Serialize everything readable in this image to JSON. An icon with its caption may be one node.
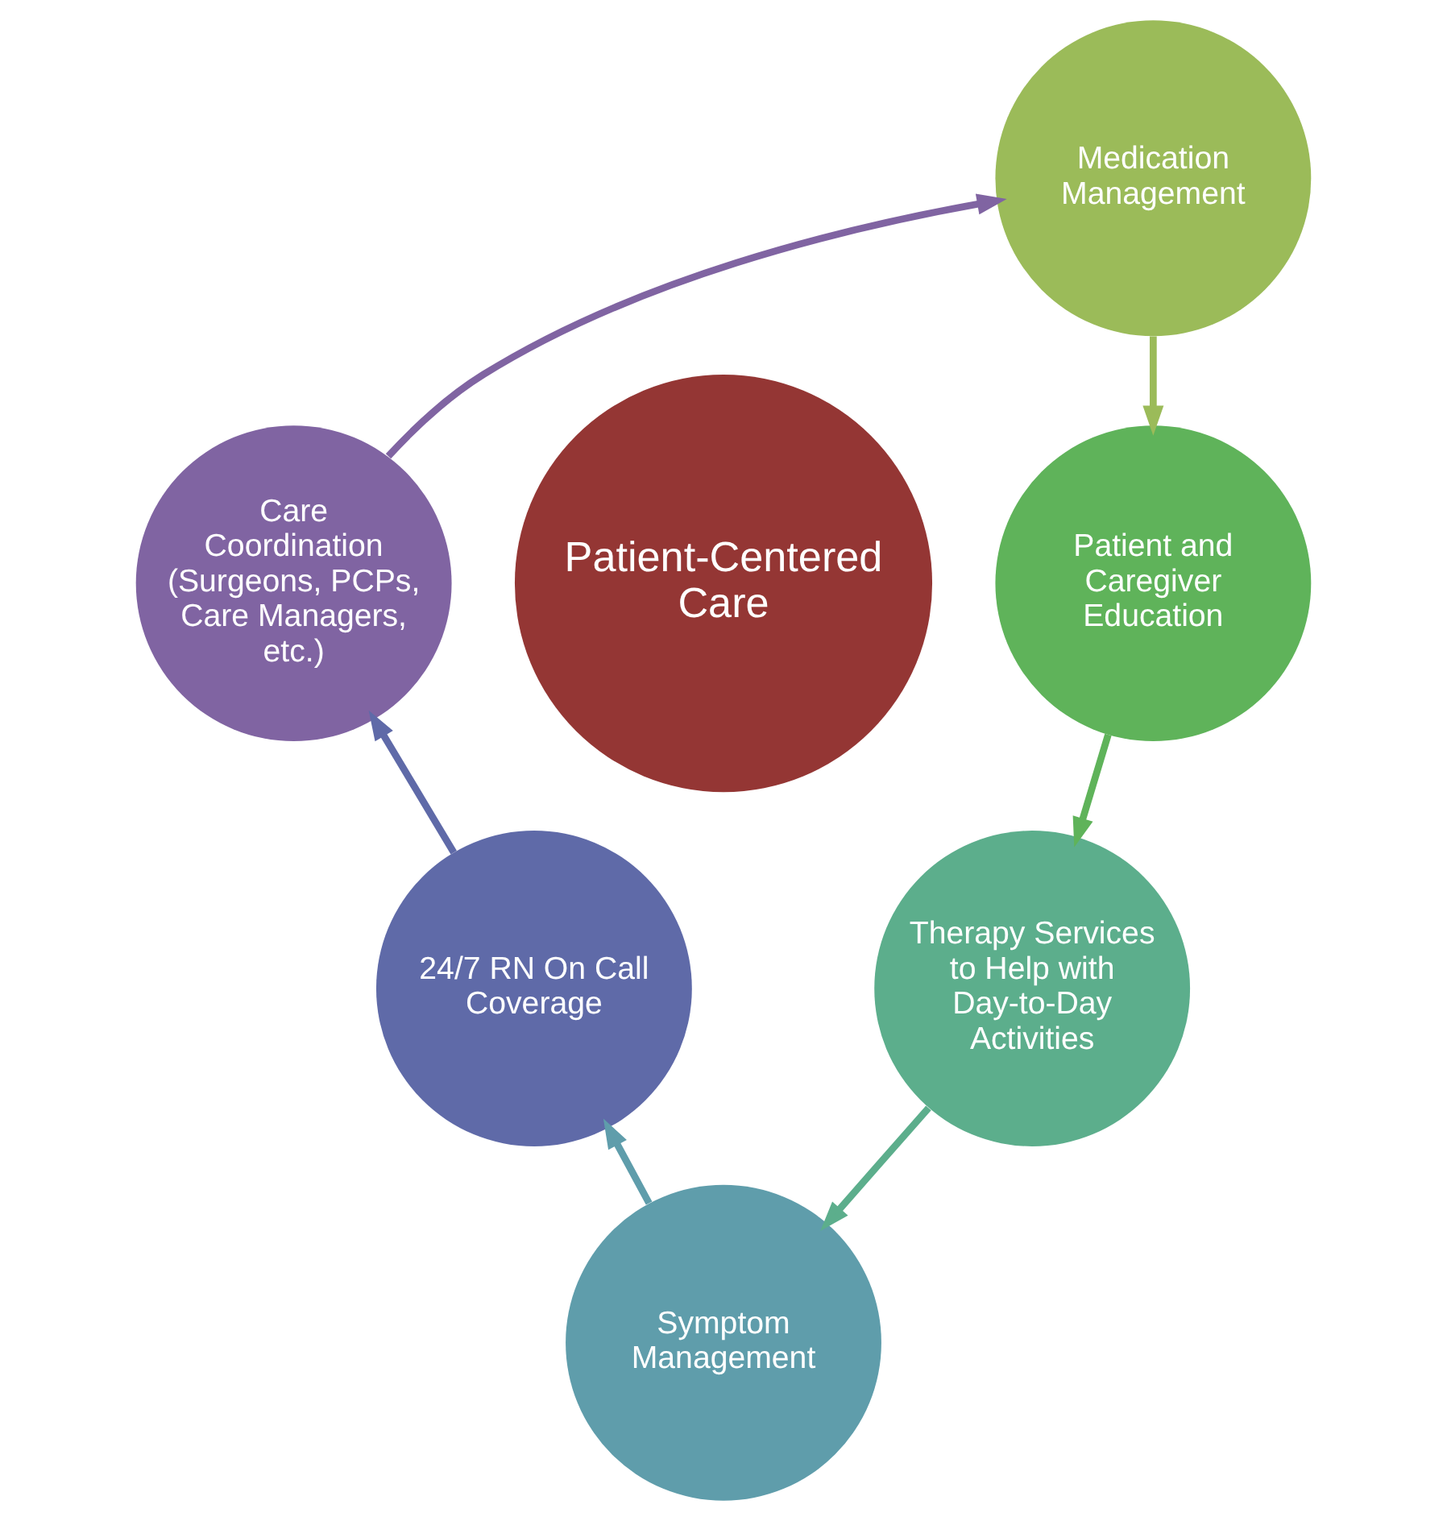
{
  "diagram": {
    "nodes": [
      {
        "text": [
          "Patient-Centered Care"
        ]
      },
      {
        "text": [
          "Medication Management"
        ]
      },
      {
        "text": [
          "Patient and Caregiver Education"
        ]
      },
      {
        "text": [
          "Therapy Services to Help with Day-to-Day Activities"
        ]
      },
      {
        "text": [
          "Symptom Management"
        ]
      },
      {
        "text": [
          "24/7 RN On Call Coverage"
        ]
      },
      {
        "text": [
          "Care Coordination (Surgeons, PCPs, Care Managers, etc.)"
        ]
      }
    ],
    "edges": [
      {
        "from": 1,
        "to": 2,
        "arrow": "to",
        "color": "#9bbb59"
      },
      {
        "from": 2,
        "to": 3,
        "arrow": "to",
        "color": "#5fb35a"
      },
      {
        "from": 3,
        "to": 4,
        "arrow": "to",
        "color": "#5cae8c"
      },
      {
        "from": 4,
        "to": 5,
        "arrow": "to",
        "color": "#5f9dab"
      },
      {
        "from": 5,
        "to": 6,
        "arrow": "to",
        "color": "#5f6aa8"
      },
      {
        "from": 6,
        "to": 1,
        "arrow": "to",
        "color": "#8064a2"
      }
    ]
  }
}
